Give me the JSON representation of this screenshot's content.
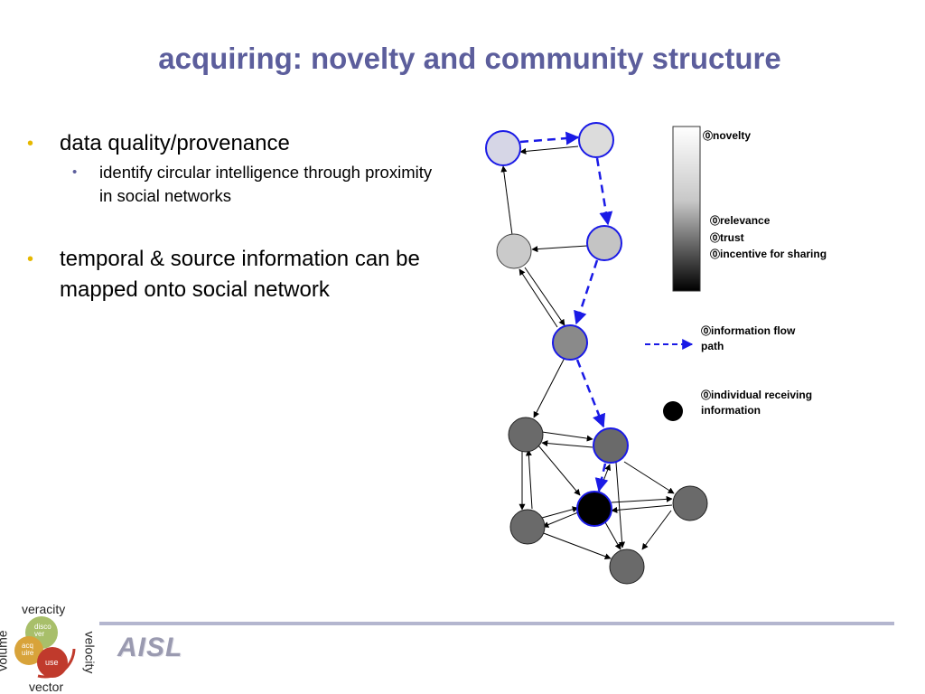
{
  "slide": {
    "title": "acquiring: novelty and community structure"
  },
  "bullets": [
    {
      "text": "data quality/provenance",
      "sub": [
        "identify circular intelligence through proximity in social networks"
      ]
    },
    {
      "text": "temporal & source information can be mapped onto social network"
    }
  ],
  "legend": {
    "novelty": "novelty",
    "relevance": "relevance",
    "trust": "trust",
    "incentive": "incentive for sharing",
    "flow": "information flow path",
    "receiver": "individual receiving information",
    "marker": "⓪"
  },
  "colors": {
    "title": "#5c5e9c",
    "flow": "#1a1ae6",
    "bullet1": "#e6b800",
    "bullet2": "#5c5e9c"
  },
  "logo": {
    "brand": "AISL",
    "top": "veracity",
    "left": "volume",
    "right": "velocity",
    "bottom": "vector",
    "discover": "disco ver",
    "acquire": "acq uire",
    "use": "use"
  }
}
